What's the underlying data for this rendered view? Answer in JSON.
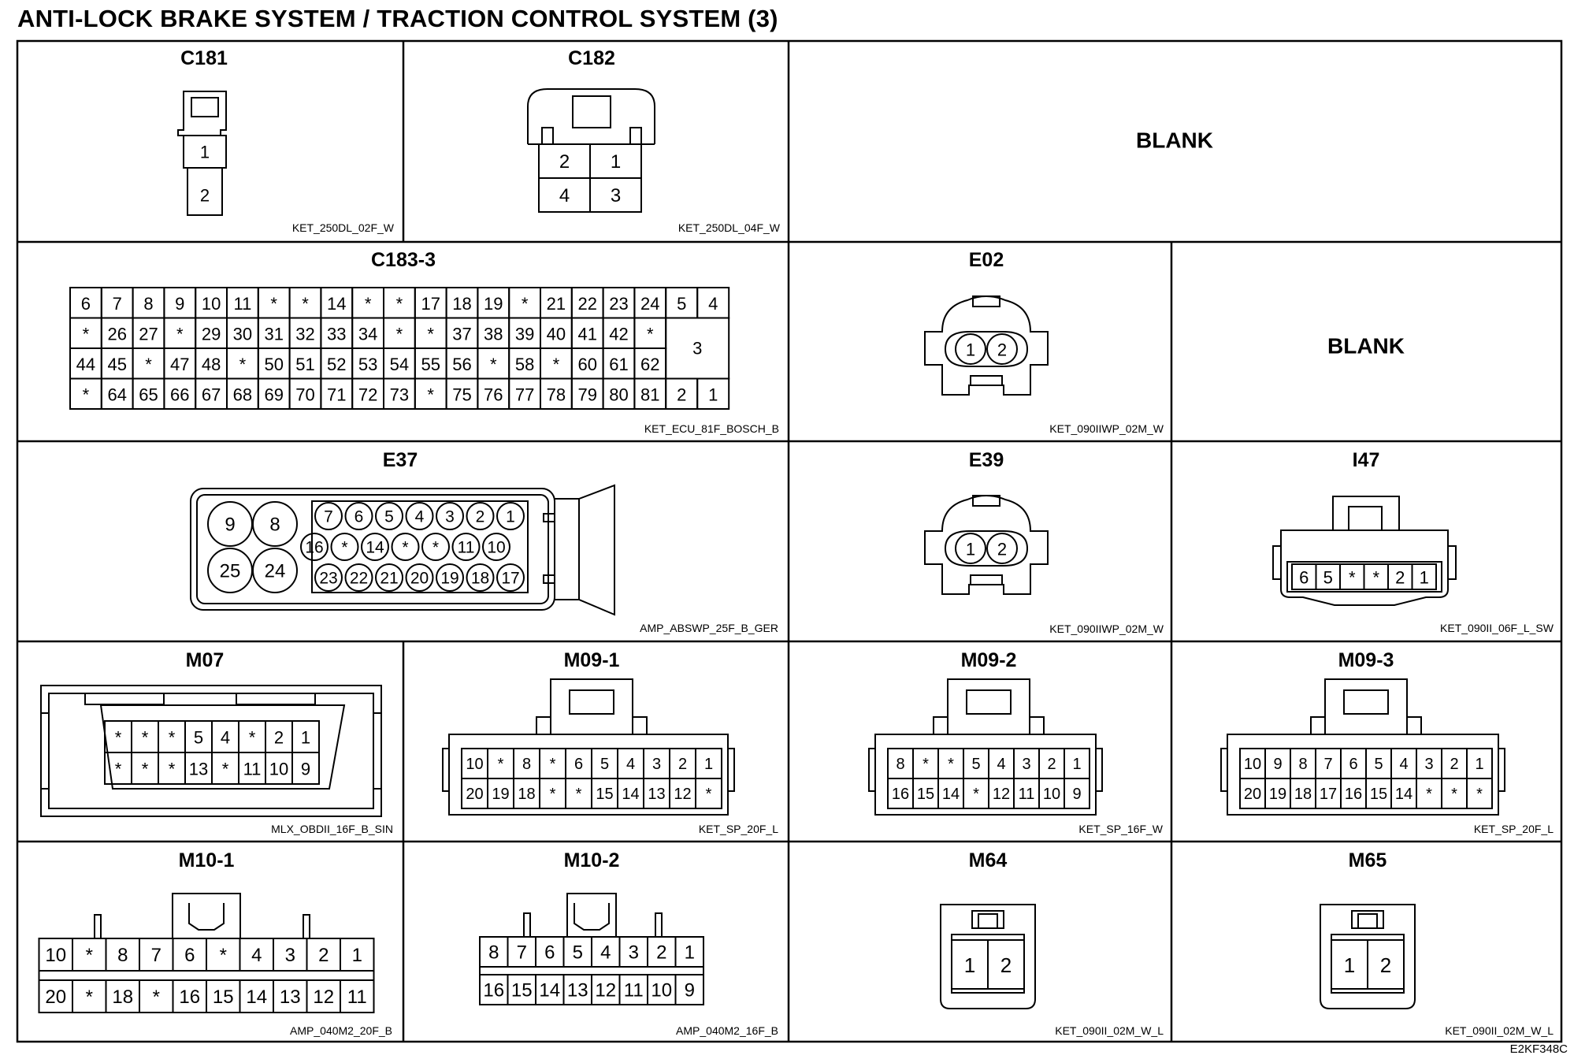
{
  "title": "ANTI-LOCK BRAKE SYSTEM / TRACTION CONTROL SYSTEM (3)",
  "doc_code": "E2KF348C",
  "blank_label": "BLANK",
  "connectors": {
    "c181": {
      "name": "C181",
      "part": "KET_250DL_02F_W",
      "pins": [
        "1",
        "2"
      ]
    },
    "c182": {
      "name": "C182",
      "part": "KET_250DL_04F_W",
      "pins": [
        "2",
        "1",
        "4",
        "3"
      ]
    },
    "c183": {
      "name": "C183-3",
      "part": "KET_ECU_81F_BOSCH_B",
      "rows": [
        [
          "6",
          "7",
          "8",
          "9",
          "10",
          "11",
          "*",
          "*",
          "14",
          "*",
          "*",
          "17",
          "18",
          "19",
          "*",
          "21",
          "22",
          "23",
          "24"
        ],
        [
          "*",
          "26",
          "27",
          "*",
          "29",
          "30",
          "31",
          "32",
          "33",
          "34",
          "*",
          "*",
          "37",
          "38",
          "39",
          "40",
          "41",
          "42",
          "*"
        ],
        [
          "44",
          "45",
          "*",
          "47",
          "48",
          "*",
          "50",
          "51",
          "52",
          "53",
          "54",
          "55",
          "56",
          "*",
          "58",
          "*",
          "60",
          "61",
          "62"
        ],
        [
          "*",
          "64",
          "65",
          "66",
          "67",
          "68",
          "69",
          "70",
          "71",
          "72",
          "73",
          "*",
          "75",
          "76",
          "77",
          "78",
          "79",
          "80",
          "81"
        ]
      ],
      "side_top": [
        "5",
        "4"
      ],
      "side_mid": "3",
      "side_bot": [
        "2",
        "1"
      ]
    },
    "e02": {
      "name": "E02",
      "part": "KET_090IIWP_02M_W",
      "pins": [
        "1",
        "2"
      ]
    },
    "e37": {
      "name": "E37",
      "part": "AMP_ABSWP_25F_B_GER",
      "big": [
        "9",
        "8",
        "25",
        "24"
      ],
      "row1": [
        "7",
        "6",
        "5",
        "4",
        "3",
        "2",
        "1"
      ],
      "row2": [
        "16",
        "*",
        "14",
        "*",
        "*",
        "11",
        "10"
      ],
      "row3": [
        "23",
        "22",
        "21",
        "20",
        "19",
        "18",
        "17"
      ]
    },
    "e39": {
      "name": "E39",
      "part": "KET_090IIWP_02M_W",
      "pins": [
        "1",
        "2"
      ]
    },
    "i47": {
      "name": "I47",
      "part": "KET_090II_06F_L_SW",
      "pins": [
        "6",
        "5",
        "*",
        "*",
        "2",
        "1"
      ]
    },
    "m07": {
      "name": "M07",
      "part": "MLX_OBDII_16F_B_SIN",
      "row1": [
        "*",
        "*",
        "*",
        "5",
        "4",
        "*",
        "2",
        "1"
      ],
      "row2": [
        "*",
        "*",
        "*",
        "13",
        "*",
        "11",
        "10",
        "9"
      ]
    },
    "m09_1": {
      "name": "M09-1",
      "part": "KET_SP_20F_L",
      "row1": [
        "10",
        "*",
        "8",
        "*",
        "6",
        "5",
        "4",
        "3",
        "2",
        "1"
      ],
      "row2": [
        "20",
        "19",
        "18",
        "*",
        "*",
        "15",
        "14",
        "13",
        "12",
        "*"
      ]
    },
    "m09_2": {
      "name": "M09-2",
      "part": "KET_SP_16F_W",
      "row1": [
        "8",
        "*",
        "*",
        "5",
        "4",
        "3",
        "2",
        "1"
      ],
      "row2": [
        "16",
        "15",
        "14",
        "*",
        "12",
        "11",
        "10",
        "9"
      ]
    },
    "m09_3": {
      "name": "M09-3",
      "part": "KET_SP_20F_L",
      "row1": [
        "10",
        "9",
        "8",
        "7",
        "6",
        "5",
        "4",
        "3",
        "2",
        "1"
      ],
      "row2": [
        "20",
        "19",
        "18",
        "17",
        "16",
        "15",
        "14",
        "*",
        "*",
        "*"
      ]
    },
    "m10_1": {
      "name": "M10-1",
      "part": "AMP_040M2_20F_B",
      "row1": [
        "10",
        "*",
        "8",
        "7",
        "6",
        "*",
        "4",
        "3",
        "2",
        "1"
      ],
      "row2": [
        "20",
        "*",
        "18",
        "*",
        "16",
        "15",
        "14",
        "13",
        "12",
        "11"
      ]
    },
    "m10_2": {
      "name": "M10-2",
      "part": "AMP_040M2_16F_B",
      "row1": [
        "8",
        "7",
        "6",
        "5",
        "4",
        "3",
        "2",
        "1"
      ],
      "row2": [
        "16",
        "15",
        "14",
        "13",
        "12",
        "11",
        "10",
        "9"
      ]
    },
    "m64": {
      "name": "M64",
      "part": "KET_090II_02M_W_L",
      "pins": [
        "1",
        "2"
      ]
    },
    "m65": {
      "name": "M65",
      "part": "KET_090II_02M_W_L",
      "pins": [
        "1",
        "2"
      ]
    }
  }
}
